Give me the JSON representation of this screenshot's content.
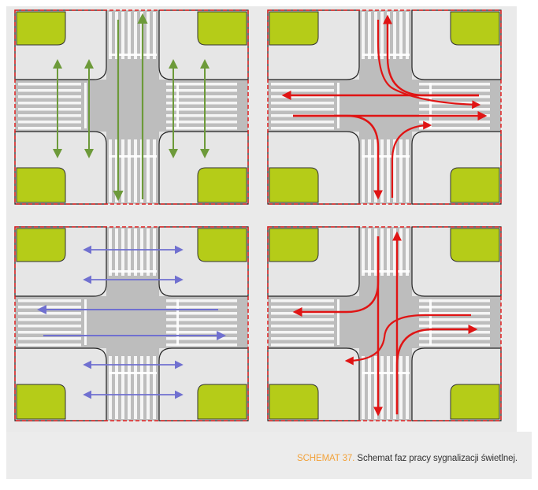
{
  "caption": {
    "label": "SCHEMAT 37.",
    "text": "Schemat faz pracy sygnalizacji świetlnej."
  },
  "colors": {
    "background_panel": "#eaeaea",
    "road_light": "#e6e6e6",
    "road_dark": "#bdbdbd",
    "corner_green": "#b5cc18",
    "border_dashed": "#e02020",
    "zebra": "#ffffff",
    "arrow_green": "#6d9a3a",
    "arrow_red": "#e01414",
    "arrow_blue": "#7070d0"
  },
  "phases": [
    {
      "name": "phase-1-north-south-vehicles-east-west-pedestrians",
      "arrow_color": "arrow_green"
    },
    {
      "name": "phase-2-east-west-turning",
      "arrow_color": "arrow_red"
    },
    {
      "name": "phase-3-east-west-vehicles-north-south-pedestrians",
      "arrow_color": "arrow_blue"
    },
    {
      "name": "phase-4-north-south-turning",
      "arrow_color": "arrow_red"
    }
  ]
}
